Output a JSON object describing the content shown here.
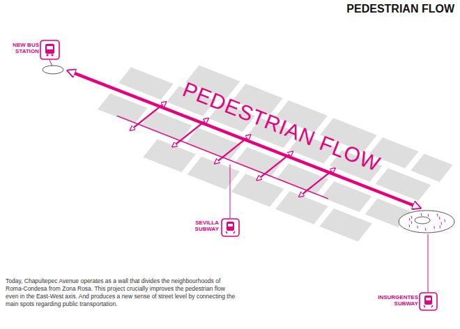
{
  "diagram": {
    "title": "PEDESTRIAN FLOW",
    "caption": "Today, Chapultepec Avenue operates as a wall that divides the neighbourhoods of Roma-Condesa from Zona Rosa. This project crucially improves the pedestrian flow even in the East-West axis. And produces a new sense of street level by connecting the main spots regarding public transportation.",
    "nodes": [
      {
        "text": [
          "NEW BUS STATION"
        ]
      },
      {
        "text": [
          "SEVILLA SUBWAY"
        ]
      },
      {
        "text": [
          "INSURGENTES SUBWAY"
        ]
      }
    ],
    "edges": [
      {
        "from": 0,
        "to": 2,
        "arrow": "both"
      }
    ],
    "labels": [
      "PEDESTRIAN FLOW"
    ]
  }
}
